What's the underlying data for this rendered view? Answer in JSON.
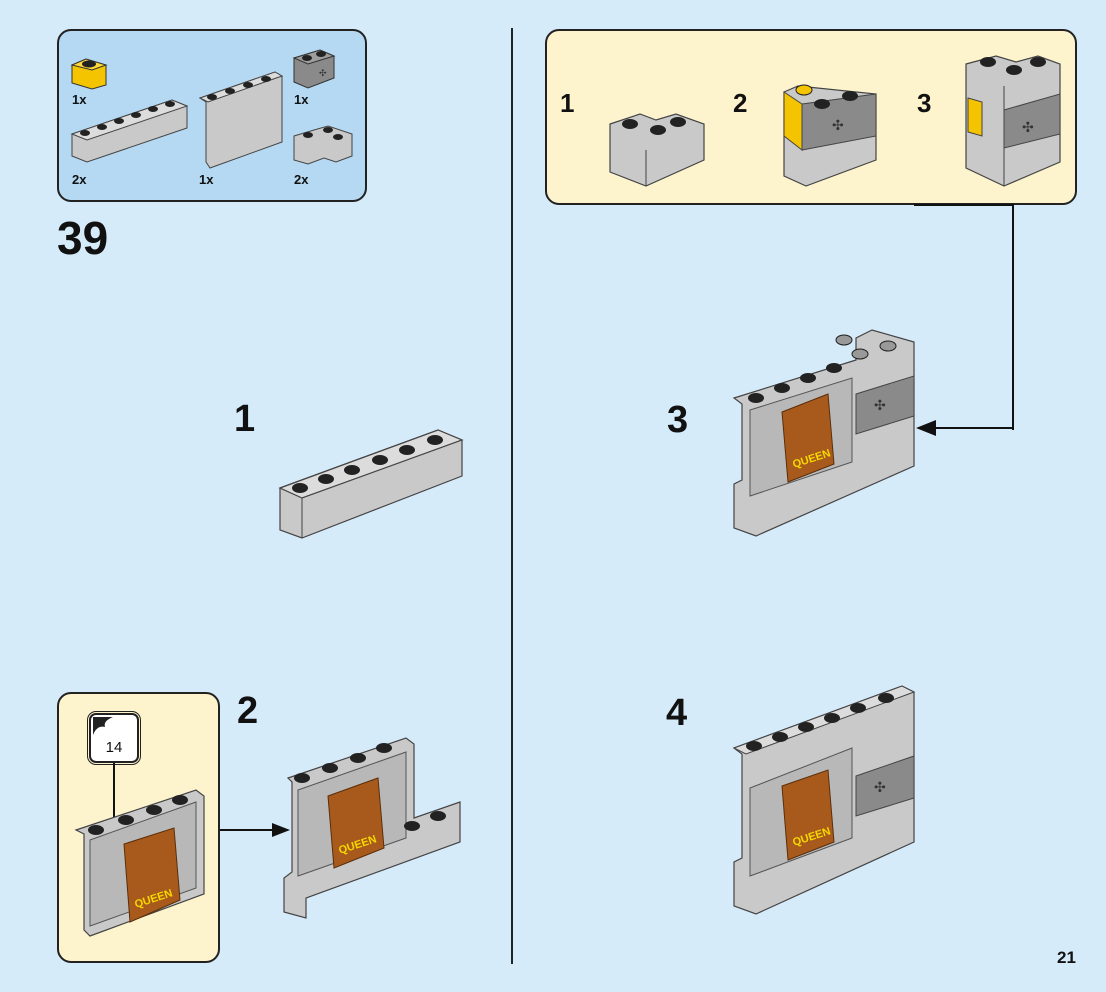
{
  "parts_list": {
    "items": [
      {
        "name": "yellow-1x1-brick",
        "qty": "1x",
        "color": "#f5c400"
      },
      {
        "name": "light-gray-1x6-brick",
        "qty": "2x",
        "color": "#c9c9c9"
      },
      {
        "name": "light-gray-1x4x3-panel",
        "qty": "1x",
        "color": "#c9c9c9"
      },
      {
        "name": "dark-gray-1x2-technic-brick",
        "qty": "1x",
        "color": "#8a8a8a"
      },
      {
        "name": "light-gray-2x2-corner-brick",
        "qty": "2x",
        "color": "#c9c9c9"
      }
    ]
  },
  "step": {
    "number": "39"
  },
  "substeps": {
    "labels": [
      "1",
      "2",
      "3",
      "4"
    ]
  },
  "subassembly": {
    "labels": [
      "1",
      "2",
      "3"
    ]
  },
  "sticker": {
    "number": "14",
    "text": "QUEEN"
  },
  "page": {
    "number": "21"
  },
  "colors": {
    "background": "#d6ebfa",
    "parts_box": "#b5d9f2",
    "callout": "#fdf3cc",
    "light_gray": "#c9c9c9",
    "dark_gray": "#8a8a8a",
    "yellow": "#f5c400",
    "poster": "#a85a1c"
  }
}
